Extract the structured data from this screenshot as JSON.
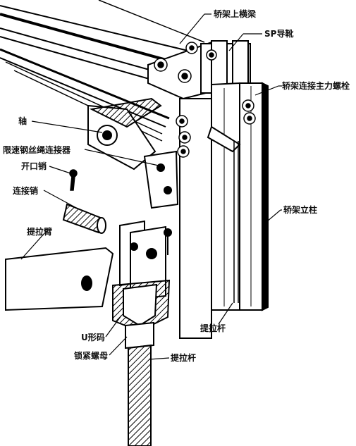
{
  "labels": {
    "crosshead": "轿架上横梁",
    "sp_guide_shoe": "SP导靴",
    "main_bolt": "轿架连接主力螺栓",
    "shaft": "轴",
    "governor_rope_connector": "限速钢丝绳连接器",
    "cotter_pin": "开口销",
    "connecting_pin": "连接销",
    "lifting_arm": "提拉臂",
    "car_frame_upright": "轿架立柱",
    "lift_rod_upper": "提拉杆",
    "u_clamp": "U形码",
    "lock_nut": "锁紧螺母",
    "lift_rod_lower": "提拉杆"
  }
}
